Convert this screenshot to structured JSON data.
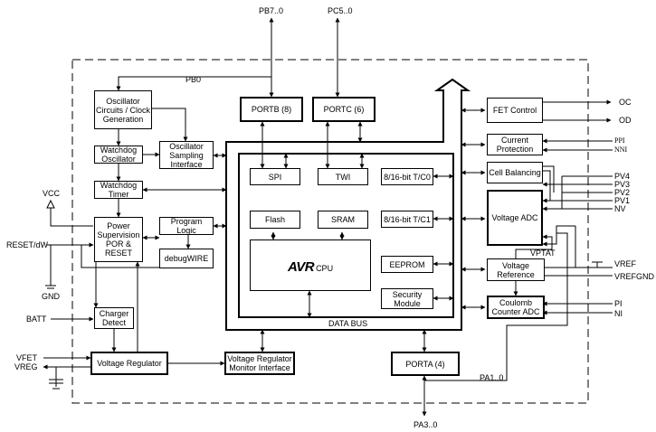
{
  "blocks": {
    "oscillator": "Oscillator Circuits / Clock Generation",
    "watchdog_oscillator": "Watchdog Oscillator",
    "osc_sampling": "Oscillator Sampling Interface",
    "watchdog_timer": "Watchdog Timer",
    "power_supervision": "Power Supervision POR & RESET",
    "program_logic": "Program Logic",
    "debugwire": "debugWIRE",
    "charger_detect": "Charger Detect",
    "voltage_regulator": "Voltage Regulator",
    "vreg_monitor": "Voltage Regulator Monitor Interface",
    "portb": "PORTB (8)",
    "portc": "PORTC (6)",
    "porta": "PORTA (4)",
    "spi": "SPI",
    "twi": "TWI",
    "tc0": "8/16-bit T/C0",
    "tc1": "8/16-bit T/C1",
    "flash": "Flash",
    "sram": "SRAM",
    "eeprom": "EEPROM",
    "security": "Security Module",
    "avr_logo": "AVR",
    "cpu": "CPU",
    "data_bus": "DATA BUS",
    "fet_control": "FET Control",
    "current_protection": "Current Protection",
    "cell_balancing": "Cell Balancing",
    "voltage_adc": "Voltage ADC",
    "voltage_reference": "Voltage Reference",
    "coulomb_adc": "Coulomb Counter ADC"
  },
  "signals": {
    "pb7_0": "PB7..0",
    "pc5_0": "PC5..0",
    "pb0": "PB0",
    "vcc": "VCC",
    "reset_dw": "RESET/dW",
    "gnd": "GND",
    "batt": "BATT",
    "vfet": "VFET",
    "vreg": "VREG",
    "oc": "OC",
    "od": "OD",
    "ppi": "PPI",
    "nni": "NNI",
    "pv4": "PV4",
    "pv3": "PV3",
    "pv2": "PV2",
    "pv1": "PV1",
    "nv": "NV",
    "vptat": "VPTAT",
    "vref": "VREF",
    "vrefgnd": "VREFGND",
    "pi": "PI",
    "ni": "NI",
    "pa1_0": "PA1..0",
    "pa3_0": "PA3..0"
  }
}
